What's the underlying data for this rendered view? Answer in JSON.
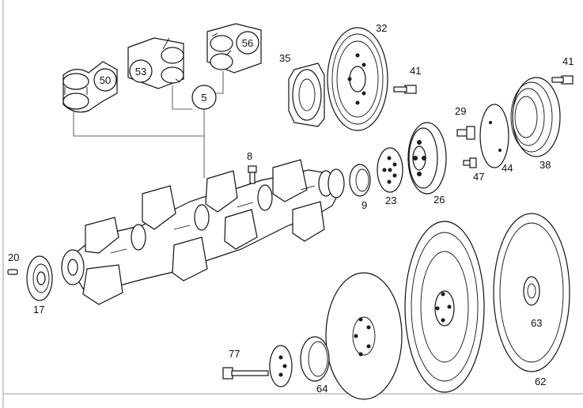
{
  "callouts": {
    "c5": "5",
    "c50": "50",
    "c53": "53",
    "c56": "56",
    "c8": "8",
    "c9": "9",
    "c17": "17",
    "c20": "20",
    "c23": "23",
    "c26": "26",
    "c29": "29",
    "c32": "32",
    "c35": "35",
    "c38": "38",
    "c41a": "41",
    "c41b": "41",
    "c44": "44",
    "c47": "47",
    "c62": "62",
    "c63": "63",
    "c64": "64",
    "c77": "77"
  }
}
